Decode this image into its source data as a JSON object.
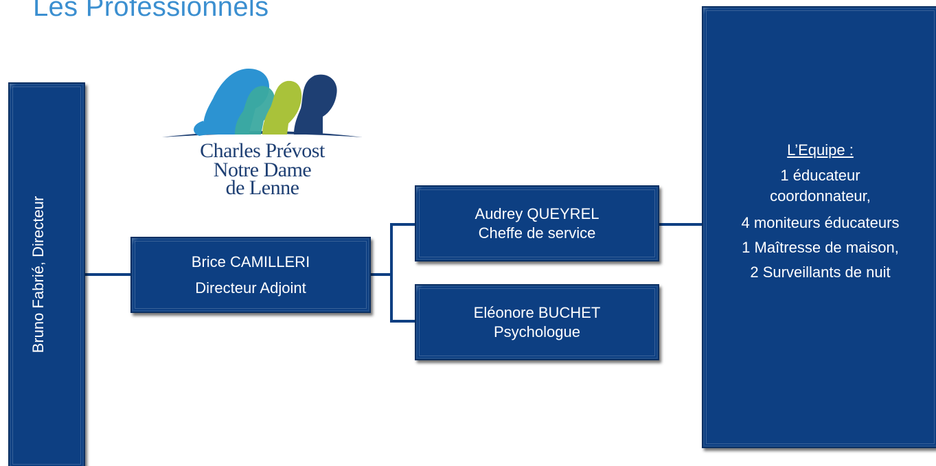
{
  "title": "Les Professionnels",
  "logo": {
    "lines": [
      "Charles Prévost",
      "Notre Dame",
      "de Lenne"
    ]
  },
  "director": {
    "label": "Bruno Fabrié, Directeur"
  },
  "adjoint": {
    "name": "Brice CAMILLERI",
    "role": "Directeur Adjoint"
  },
  "queyrel": {
    "name": "Audrey QUEYREL",
    "role": "Cheffe de service"
  },
  "buchet": {
    "name": "Eléonore BUCHET",
    "role": "Psychologue"
  },
  "team": {
    "title": "L’Equipe :",
    "lines": [
      "1 éducateur",
      "coordonnateur,",
      "4 moniteurs éducateurs",
      "1 Maîtresse de maison,",
      "2 Surveillants de nuit"
    ]
  },
  "colors": {
    "title": "#3b8fd0",
    "box": "#0d3f82",
    "logo_text": "#1e3f73"
  }
}
